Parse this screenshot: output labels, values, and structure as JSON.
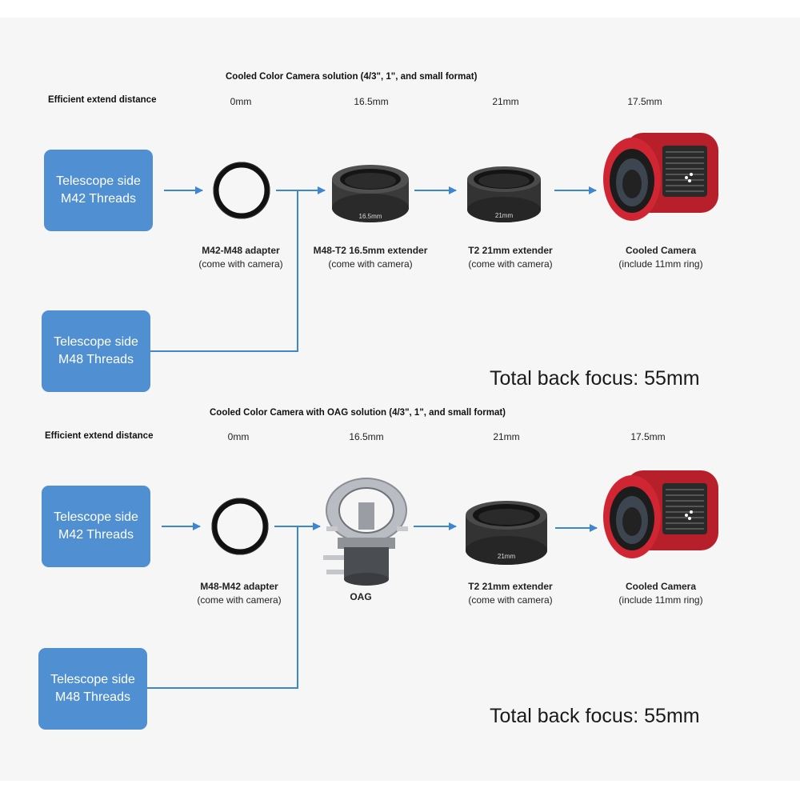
{
  "colors": {
    "box": "#4f8fd2",
    "line": "#3f86d0",
    "camera_red": "#c8232e"
  },
  "section1": {
    "title": "Cooled Color Camera solution (4/3\", 1\", and small format)",
    "distance_label": "Efficient extend distance",
    "distances": [
      "0mm",
      "16.5mm",
      "21mm",
      "17.5mm"
    ],
    "box_top": [
      "Telescope side",
      "M42 Threads"
    ],
    "box_bottom": [
      "Telescope side",
      "M48 Threads"
    ],
    "items": [
      {
        "name": "M42-M48 adapter",
        "sub": "(come with camera)"
      },
      {
        "name": "M48-T2 16.5mm extender",
        "sub": "(come with camera)"
      },
      {
        "name": "T2 21mm extender",
        "sub": "(come with camera)"
      },
      {
        "name": "Cooled Camera",
        "sub": "(include 11mm ring)"
      }
    ],
    "ring_labels": [
      "16.5mm",
      "21mm"
    ],
    "total": "Total back focus: 55mm"
  },
  "section2": {
    "title": "Cooled Color Camera with OAG solution (4/3\", 1\", and small format)",
    "distance_label": "Efficient extend distance",
    "distances": [
      "0mm",
      "16.5mm",
      "21mm",
      "17.5mm"
    ],
    "box_top": [
      "Telescope side",
      "M42 Threads"
    ],
    "box_bottom": [
      "Telescope side",
      "M48 Threads"
    ],
    "items": [
      {
        "name": "M48-M42 adapter",
        "sub": "(come with camera)"
      },
      {
        "name": "OAG",
        "sub": ""
      },
      {
        "name": "T2 21mm extender",
        "sub": "(come with camera)"
      },
      {
        "name": "Cooled Camera",
        "sub": "(include 11mm ring)"
      }
    ],
    "ring_labels": [
      "21mm"
    ],
    "total": "Total back focus: 55mm"
  }
}
